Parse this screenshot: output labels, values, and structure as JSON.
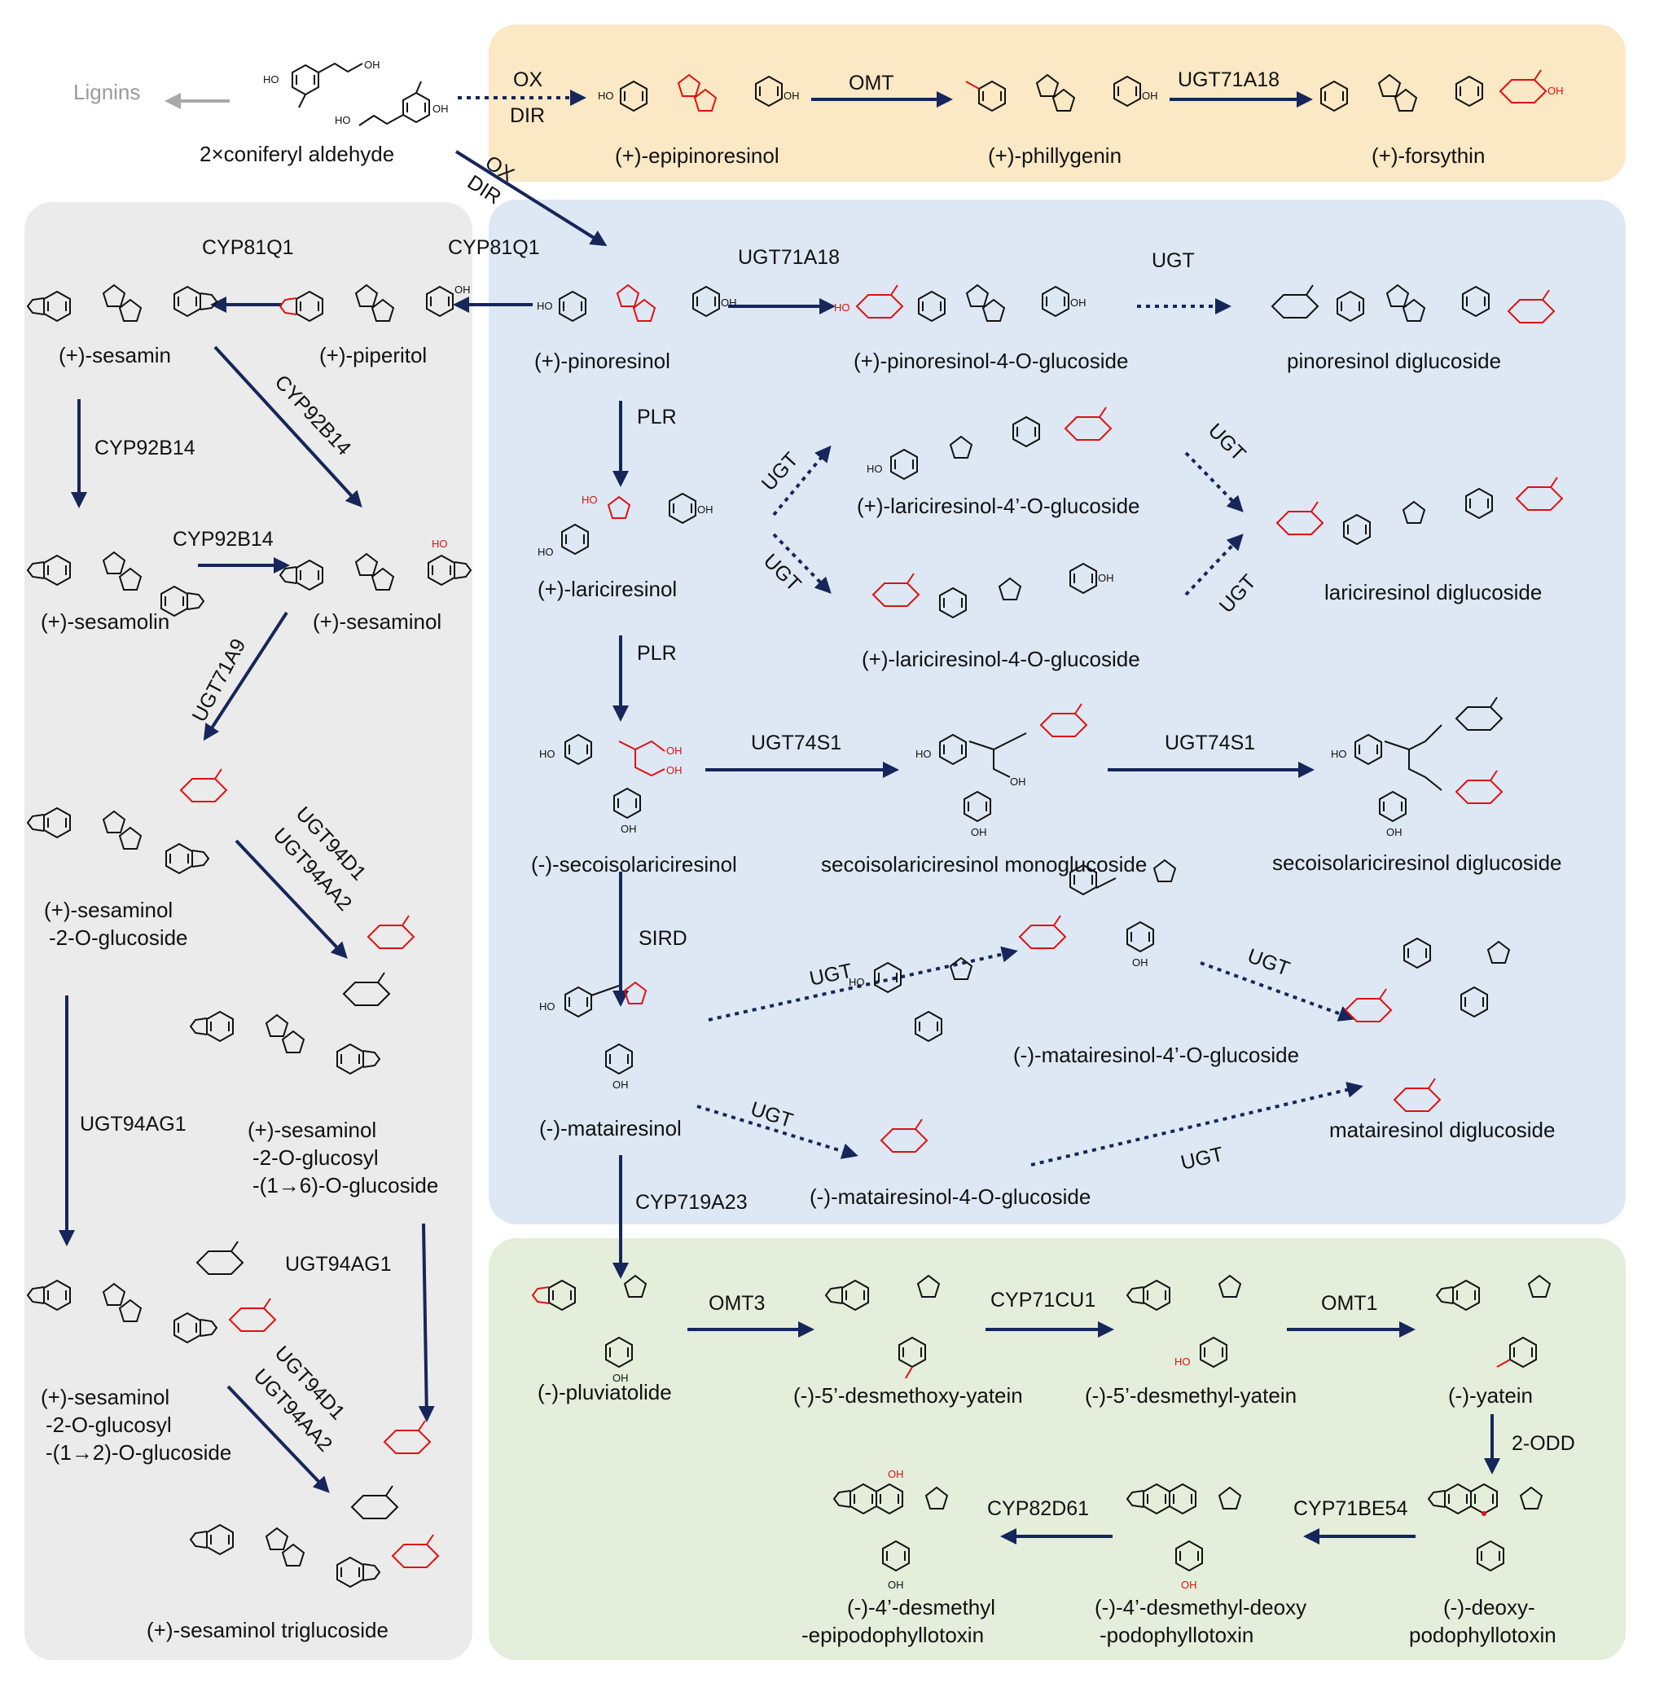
{
  "compounds": {
    "lignins": "Lignins",
    "coniferyl": "2×coniferyl aldehyde",
    "epipinoresinol": "(+)-epipinoresinol",
    "phillygenin": "(+)-phillygenin",
    "forsythin": "(+)-forsythin",
    "sesamin": "(+)-sesamin",
    "piperitol": "(+)-piperitol",
    "pinoresinol": "(+)-pinoresinol",
    "pinoresinol_4g": "(+)-pinoresinol-4-O-glucoside",
    "pinoresinol_dg": "pinoresinol diglucoside",
    "sesamolin": "(+)-sesamolin",
    "sesaminol": "(+)-sesaminol",
    "lariciresinol": "(+)-lariciresinol",
    "lariciresinol_4pg": "(+)-lariciresinol-4’-O-glucoside",
    "lariciresinol_4g": "(+)-lariciresinol-4-O-glucoside",
    "lariciresinol_dg": "lariciresinol diglucoside",
    "sesaminol_2g_1": "(+)-sesaminol",
    "sesaminol_2g_2": "-2-O-glucoside",
    "secoiso": "(-)-secoisolariciresinol",
    "secoiso_mg": "secoisolariciresinol monoglucoside",
    "secoiso_dg": "secoisolariciresinol diglucoside",
    "sesaminol_16_1": "(+)-sesaminol",
    "sesaminol_16_2": "-2-O-glucosyl",
    "sesaminol_16_3": "-(1→6)-O-glucoside",
    "matairesinol": "(-)-matairesinol",
    "matairesinol_4pg": "(-)-matairesinol-4’-O-glucoside",
    "matairesinol_4g": "(-)-matairesinol-4-O-glucoside",
    "matairesinol_dg": "matairesinol diglucoside",
    "sesaminol_12_1": "(+)-sesaminol",
    "sesaminol_12_2": "-2-O-glucosyl",
    "sesaminol_12_3": "-(1→2)-O-glucoside",
    "sesaminol_tg": "(+)-sesaminol triglucoside",
    "pluviatolide": "(-)-pluviatolide",
    "desmethoxy_yatein": "(-)-5’-desmethoxy-yatein",
    "desmethyl_yatein": "(-)-5’-desmethyl-yatein",
    "yatein": "(-)-yatein",
    "deoxypodo_1": "(-)-deoxy-",
    "deoxypodo_2": "podophyllotoxin",
    "desmethyl_deoxypodo_1": "(-)-4’-desmethyl-deoxy",
    "desmethyl_deoxypodo_2": "-podophyllotoxin",
    "desmethyl_epipodo_1": "(-)-4’-desmethyl",
    "desmethyl_epipodo_2": "-epipodophyllotoxin"
  },
  "enzymes": {
    "ox_1": "OX",
    "dir_1": "DIR",
    "omt": "OMT",
    "ugt71a18_top": "UGT71A18",
    "ox_2": "OX",
    "dir_2": "DIR",
    "cyp81q1_a": "CYP81Q1",
    "cyp81q1_b": "CYP81Q1",
    "ugt71a18_mid": "UGT71A18",
    "ugt_pino": "UGT",
    "cyp92b14_a": "CYP92B14",
    "cyp92b14_b": "CYP92B14",
    "cyp92b14_c": "CYP92B14",
    "plr_1": "PLR",
    "plr_2": "PLR",
    "ugt_lar_a": "UGT",
    "ugt_lar_b": "UGT",
    "ugt_lar_c": "UGT",
    "ugt_lar_d": "UGT",
    "ugt71a9": "UGT71A9",
    "ugt74s1_a": "UGT74S1",
    "ugt74s1_b": "UGT74S1",
    "ugt94d1_a": "UGT94D1",
    "ugt94aa2_a": "UGT94AA2",
    "sird": "SIRD",
    "ugt_mat_a": "UGT",
    "ugt_mat_b": "UGT",
    "ugt_mat_c": "UGT",
    "ugt_mat_d": "UGT",
    "ugt94ag1_a": "UGT94AG1",
    "ugt94ag1_b": "UGT94AG1",
    "cyp719a23": "CYP719A23",
    "ugt94d1_b": "UGT94D1",
    "ugt94aa2_b": "UGT94AA2",
    "omt3": "OMT3",
    "cyp71cu1": "CYP71CU1",
    "omt1": "OMT1",
    "odd2": "2-ODD",
    "cyp71be54": "CYP71BE54",
    "cyp82d61": "CYP82D61"
  },
  "colors": {
    "panel_top": "#fbe8c4",
    "panel_left": "#ebebeb",
    "panel_center": "#dde8f4",
    "panel_bottom": "#e4eeda",
    "arrow": "#16265a",
    "highlight": "#e01010",
    "lignin_arrow": "#a8a8a8"
  }
}
